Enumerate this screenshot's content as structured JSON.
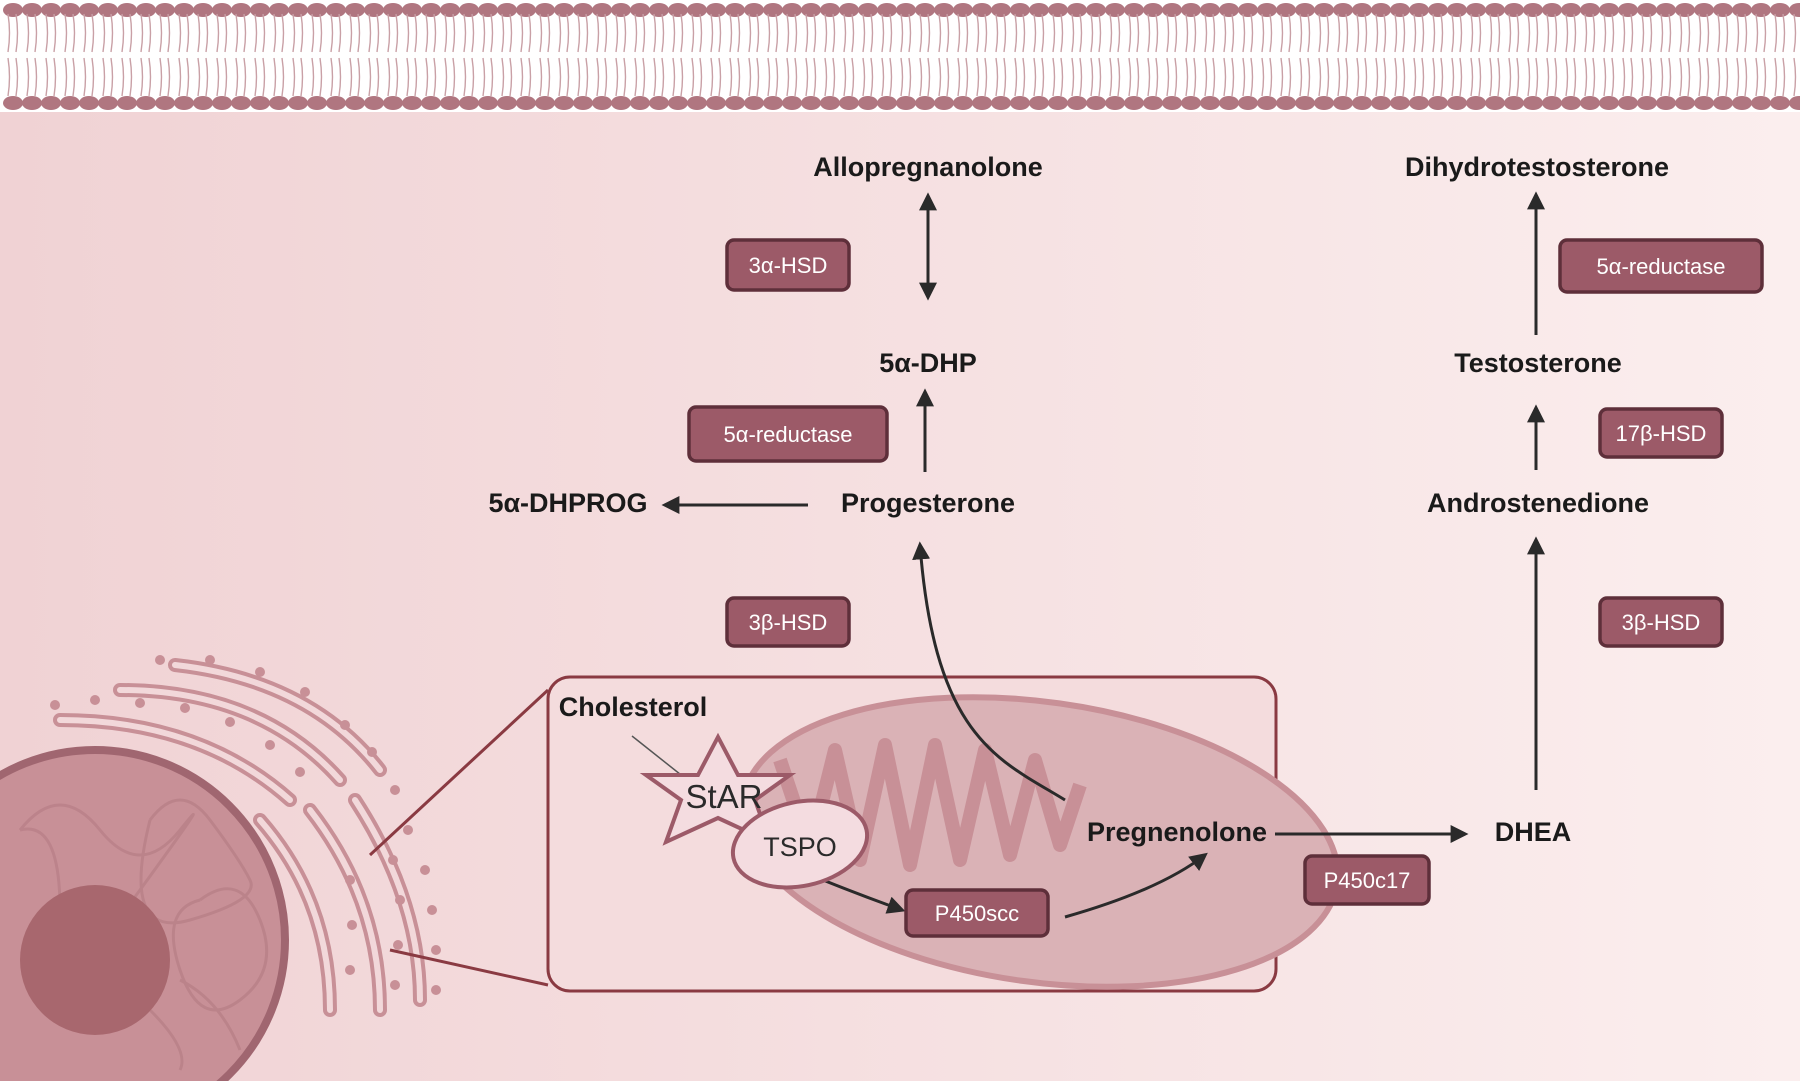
{
  "metabolites": {
    "allopregnanolone": "Allopregnanolone",
    "dhp": "5α-DHP",
    "dhprog": "5α-DHPROG",
    "progesterone": "Progesterone",
    "cholesterol": "Cholesterol",
    "pregnenolone": "Pregnenolone",
    "dhea": "DHEA",
    "dihydrotestosterone": "Dihydrotestosterone",
    "testosterone": "Testosterone",
    "androstenedione": "Androstenedione"
  },
  "enzymes": {
    "hsd3a": "3α-HSD",
    "reductase_left": "5α-reductase",
    "hsd3b_left": "3β-HSD",
    "reductase_right": "5α-reductase",
    "hsd17b": "17β-HSD",
    "hsd3b_right": "3β-HSD",
    "p450c17": "P450c17",
    "p450scc": "P450scc"
  },
  "proteins": {
    "star": "StAR",
    "tspo": "TSPO"
  },
  "colors": {
    "membrane": "#b07680",
    "cytoplasm": "#f2d8da",
    "enzyme_fill": "#9c5a68",
    "enzyme_border": "#5e2f3a",
    "organelle": "#c89097",
    "nucleus": "#a8676e"
  }
}
